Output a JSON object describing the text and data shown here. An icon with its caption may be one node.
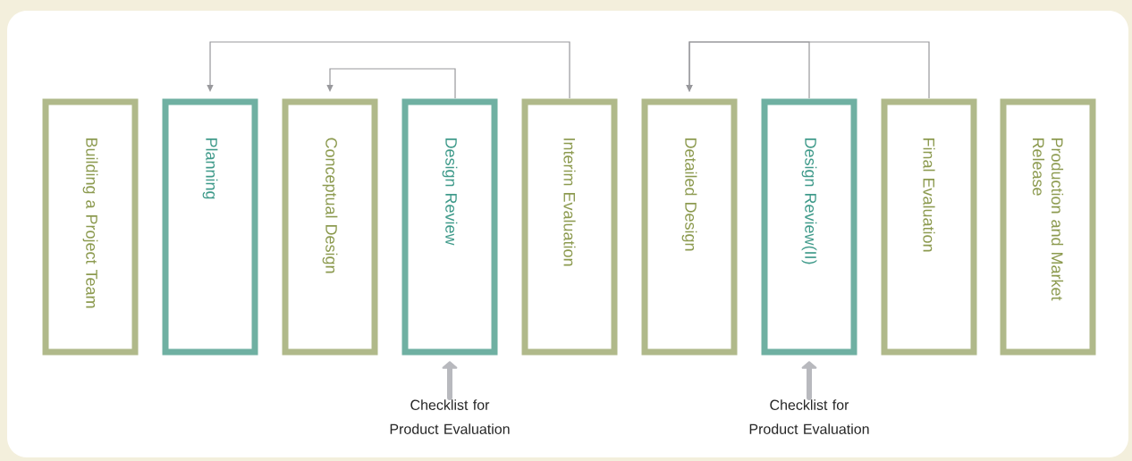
{
  "diagram": {
    "nodes": [
      {
        "text": [
          "Building a Project Team"
        ]
      },
      {
        "text": [
          "Planning"
        ]
      },
      {
        "text": [
          "Conceptual Design"
        ]
      },
      {
        "text": [
          "Design Review"
        ]
      },
      {
        "text": [
          "Interim Evaluation"
        ]
      },
      {
        "text": [
          "Detailed Design"
        ]
      },
      {
        "text": [
          "Design Review(II)"
        ]
      },
      {
        "text": [
          "Final Evaluation"
        ]
      },
      {
        "text": [
          "Production and Market Release"
        ]
      },
      {
        "text": [
          "Checklist for Product Evaluation"
        ]
      },
      {
        "text": [
          "Checklist for Product Evaluation"
        ]
      }
    ],
    "edges": [
      {
        "from": 4,
        "to": 1,
        "arrow": "to"
      },
      {
        "from": 3,
        "to": 2,
        "arrow": "to"
      },
      {
        "from": 6,
        "to": 5,
        "arrow": "to"
      },
      {
        "from": 7,
        "to": 5,
        "arrow": "to"
      },
      {
        "from": 9,
        "to": 3,
        "arrow": "to",
        "style": "thick",
        "color": "#b8b9be"
      },
      {
        "from": 10,
        "to": 6,
        "arrow": "to",
        "style": "thick",
        "color": "#b8b9be"
      }
    ]
  }
}
